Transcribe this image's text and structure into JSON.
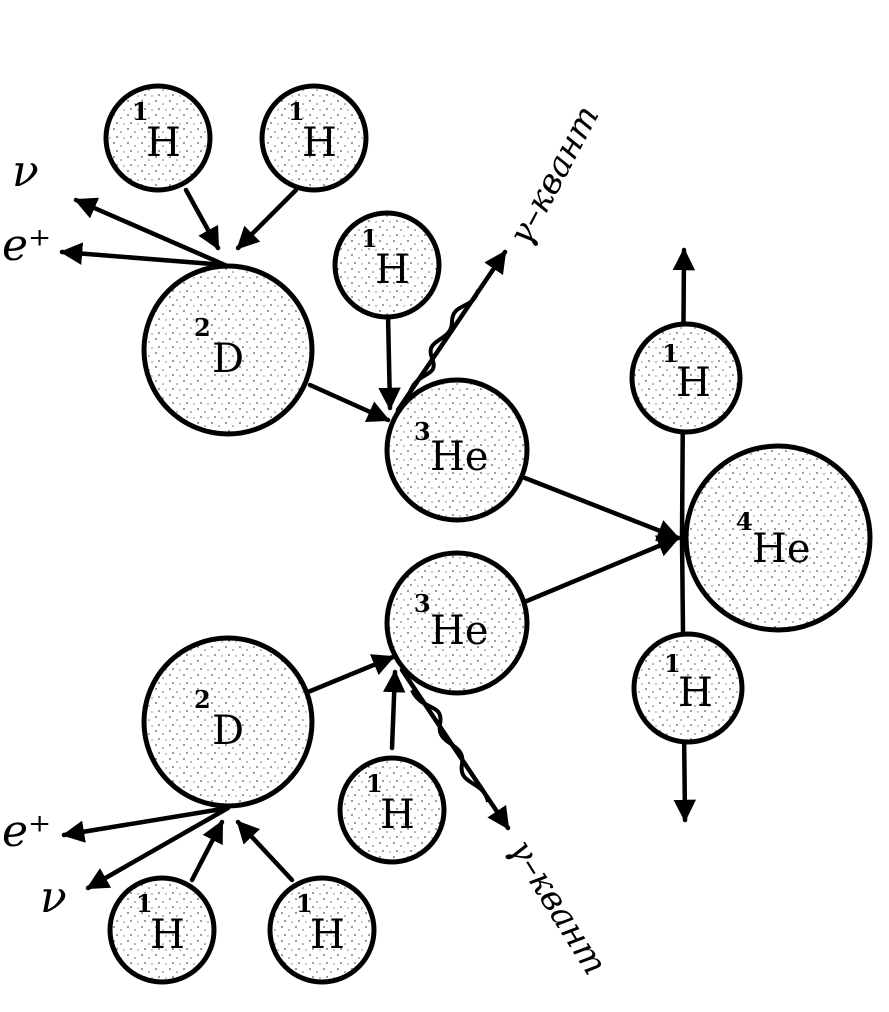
{
  "nodes": {
    "h1": {
      "mass": "1",
      "symbol": "H"
    },
    "h2": {
      "mass": "1",
      "symbol": "H"
    },
    "d_top": {
      "mass": "2",
      "symbol": "D"
    },
    "h3": {
      "mass": "1",
      "symbol": "H"
    },
    "he3_top": {
      "mass": "3",
      "symbol": "He"
    },
    "he3_bottom": {
      "mass": "3",
      "symbol": "He"
    },
    "d_bottom": {
      "mass": "2",
      "symbol": "D"
    },
    "h4": {
      "mass": "1",
      "symbol": "H"
    },
    "h5": {
      "mass": "1",
      "symbol": "H"
    },
    "h6": {
      "mass": "1",
      "symbol": "H"
    },
    "he4": {
      "mass": "4",
      "symbol": "He"
    },
    "h_out_top": {
      "mass": "1",
      "symbol": "H"
    },
    "h_out_bottom": {
      "mass": "1",
      "symbol": "H"
    }
  },
  "labels": {
    "neutrino": "ν",
    "positron": "e⁺",
    "gamma_top": "γ–квант",
    "gamma_bottom": "γ–квант"
  }
}
